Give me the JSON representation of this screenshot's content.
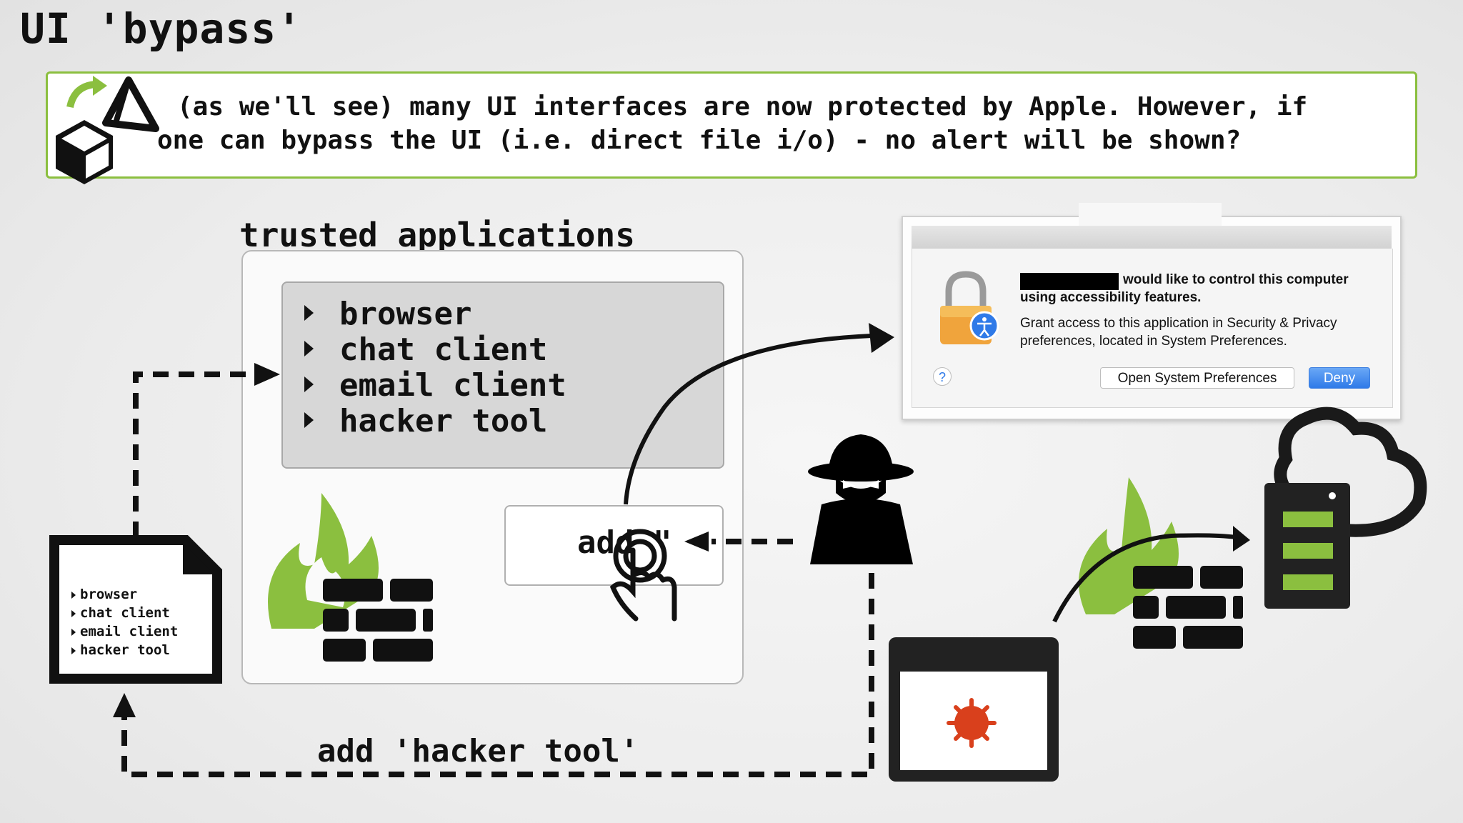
{
  "slide": {
    "title": "UI 'bypass'",
    "note_line1": "(as we'll see) many UI interfaces are now protected by Apple. However, if",
    "note_line2": "one can bypass the UI (i.e. direct file i/o) - no alert will be shown?"
  },
  "trusted_apps": {
    "label": "trusted applications",
    "items": [
      "browser",
      "chat client",
      "email client",
      "hacker tool"
    ],
    "add_button_label": "add \""
  },
  "database_file": {
    "items": [
      "browser",
      "chat client",
      "email client",
      "hacker tool"
    ]
  },
  "bottom_flow": {
    "label": "add 'hacker tool'"
  },
  "alert_dialog": {
    "line1_suffix": "would like to control this computer",
    "line2": "using accessibility features.",
    "body_line1": "Grant access to this application in Security & Privacy",
    "body_line2": "preferences, located in System Preferences.",
    "help_label": "?",
    "open_button": "Open System Preferences",
    "deny_button": "Deny"
  },
  "icons": [
    "install-box-icon",
    "firewall-icon",
    "tap-finger-icon",
    "hacker-spy-icon",
    "malware-window-icon",
    "server-icon",
    "cloud-icon",
    "lock-icon",
    "accessibility-icon",
    "document-icon"
  ],
  "colors": {
    "accent_green": "#8bbf3f",
    "malware_red": "#d9401c",
    "button_blue": "#2f7ae8"
  }
}
